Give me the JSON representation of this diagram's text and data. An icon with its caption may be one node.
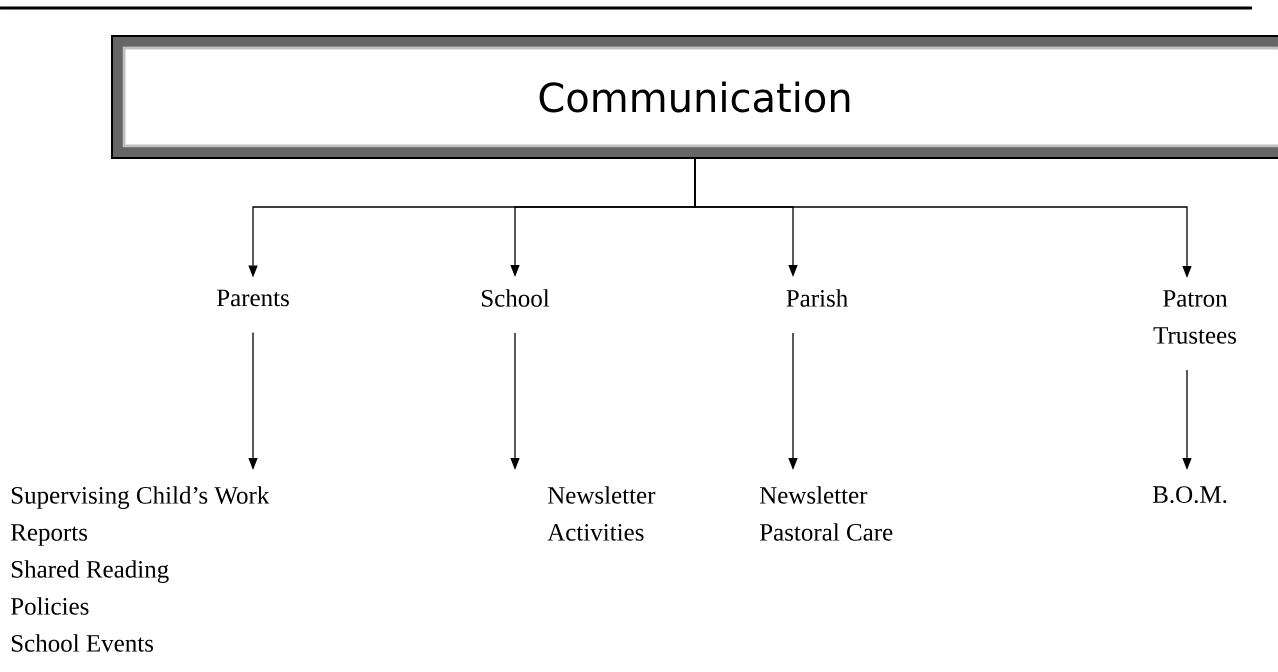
{
  "diagram": {
    "nodes": [
      {
        "text": [
          "Communication"
        ]
      },
      {
        "text": [
          "Parents"
        ]
      },
      {
        "text": [
          "School"
        ]
      },
      {
        "text": [
          "Parish"
        ]
      },
      {
        "text": [
          "Patron Trustees"
        ]
      },
      {
        "text": [
          "Supervising Child’s Work",
          "Reports",
          "Shared Reading",
          "Policies",
          "School Events"
        ]
      },
      {
        "text": [
          "Newsletter",
          "Activities"
        ]
      },
      {
        "text": [
          "Newsletter",
          "Pastoral Care"
        ]
      },
      {
        "text": [
          "B.O.M."
        ]
      }
    ],
    "edges": [
      {
        "from": 0,
        "to": 1,
        "arrow": "to"
      },
      {
        "from": 0,
        "to": 2,
        "arrow": "to"
      },
      {
        "from": 0,
        "to": 3,
        "arrow": "to"
      },
      {
        "from": 0,
        "to": 4,
        "arrow": "to"
      },
      {
        "from": 1,
        "to": 5,
        "arrow": "to"
      },
      {
        "from": 2,
        "to": 6,
        "arrow": "to"
      },
      {
        "from": 3,
        "to": 7,
        "arrow": "to"
      },
      {
        "from": 4,
        "to": 8,
        "arrow": "to"
      }
    ]
  }
}
